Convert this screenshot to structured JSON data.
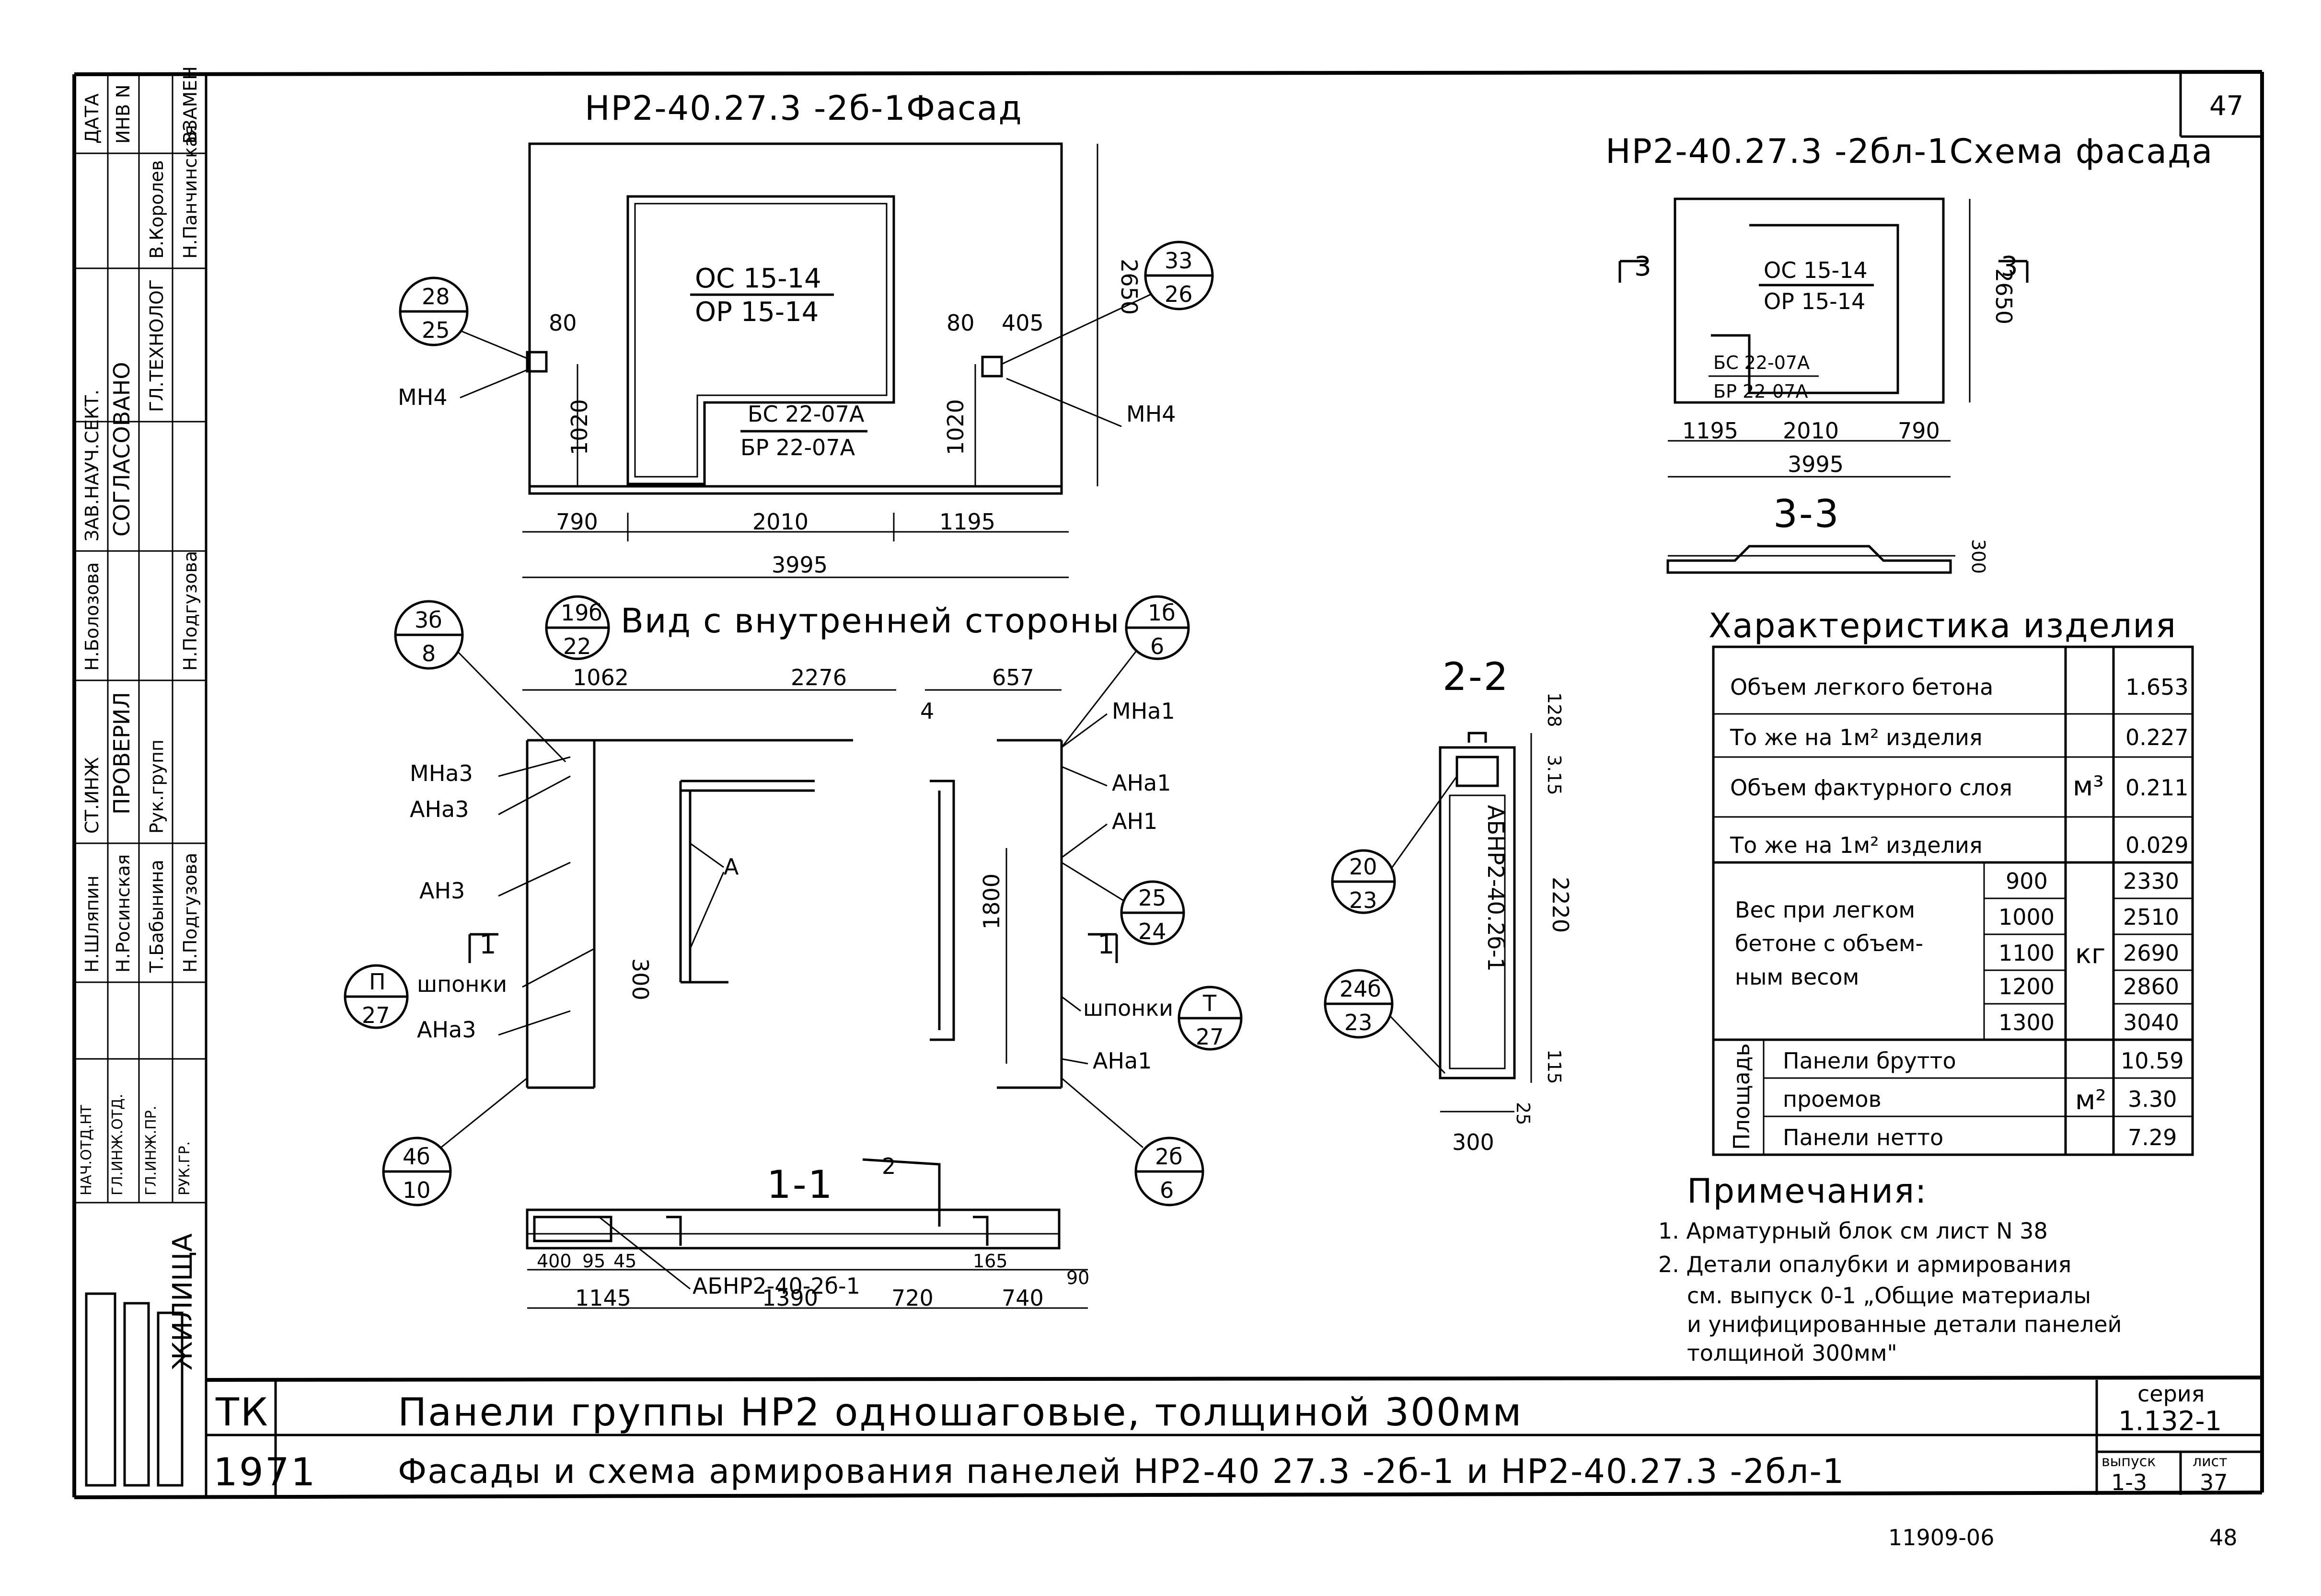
{
  "sheet": {
    "number": "47",
    "bottom_code": "11909-06",
    "bottom_page": "48",
    "tk": "ТК",
    "year": "1971",
    "series_label": "серия",
    "series_value": "1.132-1",
    "issue_label": "выпуск",
    "issue_value": "1-3",
    "list_label": "лист",
    "list_value": "37",
    "title_line1": "Панели группы НР2 одношаговые, толщиной 300мм",
    "title_line2": "Фасады и схема армирования панелей НР2-40 27.3 -2б-1 и НР2-40.27.3 -2бл-1",
    "org": "ЖИЛИЩА"
  },
  "left_stamp": {
    "approval_header": "СОГЛАСОВАНО",
    "check_header": "ПРОВЕРИЛ",
    "cells": [
      "ДАТА",
      "ИНВ N",
      "В.Королев",
      "Н.Панчинская",
      "ВЗАМЕН",
      "ГЛ.ТЕХНОЛОГ",
      "ЗАВ.НАУЧ.СЕКТ.",
      "Н.Болозова",
      "Рук.групп",
      "Н.Подгузова",
      "СТ.ИНЖ",
      "Н.Шляпин",
      "Н.Росинская",
      "Т.Бабынина",
      "Н.Подгузова",
      "НАЧ.ОТД.НТ",
      "ГЛ.ИНЖ.ОТД.",
      "ГЛ.ИНЖ.ПР.",
      "РУК.ГР."
    ]
  },
  "facade": {
    "title": "НР2-40.27.3 -2б-1Фасад",
    "opening_top": "ОС 15-14",
    "opening_bottom": "ОР 15-14",
    "door_top": "БС 22-07А",
    "door_bottom": "БР 22-07А",
    "dims": [
      "80",
      "80",
      "405",
      "2650",
      "1020",
      "1020",
      "790",
      "2010",
      "1195",
      "3995"
    ],
    "callout_left_top": "28",
    "callout_left_bottom": "25",
    "callout_right_top": "33",
    "callout_right_bottom": "26",
    "mh_left": "МН4",
    "mh_right": "МН4"
  },
  "scheme": {
    "title": "НР2-40.27.3 -2бл-1Схема фасада",
    "opening_top": "ОС 15-14",
    "opening_bottom": "ОР 15-14",
    "door_top": "БС 22-07А",
    "door_bottom": "БР 22-07А",
    "dims": [
      "2650",
      "1195",
      "2010",
      "790",
      "3995"
    ],
    "section_marks": [
      "3",
      "3"
    ],
    "section_title": "3-3",
    "section_dim": "300"
  },
  "inner": {
    "title": "Вид с внутренней стороны",
    "dims": [
      "1062",
      "2276",
      "657",
      "4",
      "300",
      "1800"
    ],
    "labels": [
      "МНа3",
      "АНа3",
      "АН3",
      "шпонки",
      "АНа3",
      "МНа1",
      "АНа1",
      "АН1",
      "шпонки",
      "АНа1",
      "А"
    ],
    "callouts": [
      {
        "top": "3б",
        "bottom": "8"
      },
      {
        "top": "19б",
        "bottom": "22"
      },
      {
        "top": "1б",
        "bottom": "6"
      },
      {
        "top": "25",
        "bottom": "24"
      },
      {
        "top": "П",
        "bottom": "27"
      },
      {
        "top": "Т",
        "bottom": "27"
      },
      {
        "top": "4б",
        "bottom": "10"
      },
      {
        "top": "2б",
        "bottom": "6"
      }
    ],
    "marks": [
      "1",
      "1"
    ]
  },
  "section11": {
    "title": "1-1",
    "mark": "2",
    "label": "АБНР2-40-2б-1",
    "dims": [
      "400",
      "95",
      "45",
      "165",
      "90",
      "1145",
      "1390",
      "720",
      "740"
    ]
  },
  "section22": {
    "title": "2-2",
    "label": "АБНР2-40.2б-1",
    "dims": [
      "128",
      "3.15",
      "2220",
      "115",
      "25",
      "300"
    ],
    "callouts": [
      {
        "top": "20",
        "bottom": "23"
      },
      {
        "top": "24б",
        "bottom": "23"
      }
    ]
  },
  "characteristics": {
    "title": "Характеристика изделия",
    "rows": [
      {
        "name": "Объем легкого бетона",
        "value": "1.653"
      },
      {
        "name": "То же на 1м² изделия",
        "value": "0.227"
      },
      {
        "name": "Объем фактурного слоя",
        "value": "0.211"
      },
      {
        "name": "То же на 1м² изделия",
        "value": "0.029"
      }
    ],
    "unit_volume": "м³",
    "weight_label_1": "Вес при легком",
    "weight_label_2": "бетоне с объем-",
    "weight_label_3": "ным весом",
    "weights": [
      {
        "density": "900",
        "value": "2330"
      },
      {
        "density": "1000",
        "value": "2510"
      },
      {
        "density": "1100",
        "value": "2690"
      },
      {
        "density": "1200",
        "value": "2860"
      },
      {
        "density": "1300",
        "value": "3040"
      }
    ],
    "unit_weight": "кг",
    "area_label": "Площадь",
    "areas": [
      {
        "name": "Панели брутто",
        "value": "10.59"
      },
      {
        "name": "проемов",
        "value": "3.30"
      },
      {
        "name": "Панели нетто",
        "value": "7.29"
      }
    ],
    "unit_area": "м²"
  },
  "notes": {
    "title": "Примечания:",
    "items": [
      "1. Арматурный блок см лист N 38",
      "2. Детали опалубки и армирования",
      "см. выпуск 0-1 „Общие материалы",
      "и унифицированные детали панелей",
      "толщиной 300мм\""
    ]
  }
}
